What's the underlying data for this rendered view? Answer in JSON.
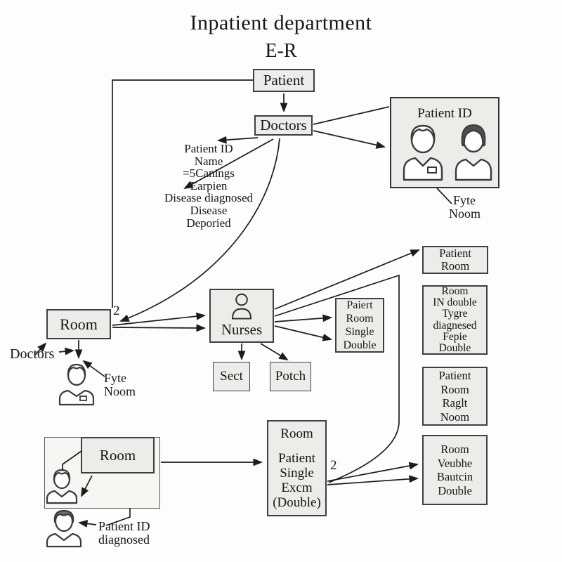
{
  "title": "Inpatient department",
  "subtitle": "E-R",
  "colors": {
    "background": "#fdfdfd",
    "box_fill": "#ececea",
    "box_border": "#3f3f3f",
    "line": "#1c1c1c",
    "dark_hair": "#4f4f4f"
  },
  "boxes": {
    "patient": "Patient",
    "doctors": "Doctors",
    "room_left": "Room",
    "nurses": "Nurses",
    "sect": "Sect",
    "potch": "Potch",
    "room_bottom": "Room",
    "panel_title": "Patient ID",
    "paiert_lines": [
      "Paiert",
      "Room",
      "Single",
      "Double"
    ],
    "patient_room_lines": [
      "Patient",
      "Room"
    ],
    "room_in_double_lines": [
      "Room",
      "IN double",
      "Tygre",
      "diagnesed",
      "Fepie",
      "Double"
    ],
    "patient_room_raglt_lines": [
      "Patient",
      "Room",
      "Raglt",
      "Noom"
    ],
    "room_veubhe_lines": [
      "Room",
      "Veubhe",
      "Bautcin",
      "Double"
    ],
    "room_single_lines": [
      "Room",
      "Patient",
      "Single",
      "Excm",
      "(Double)"
    ]
  },
  "attributes": [
    "Patient ID",
    "Name",
    "=5Canings",
    "Earpien",
    "Disease diagnosed",
    "Disease",
    "Deporied"
  ],
  "labels": {
    "doctors_pointer": "Doctors",
    "fyte_left": [
      "Fyte",
      "Noom"
    ],
    "fyte_right": [
      "Fyte",
      "Noom"
    ],
    "patient_id_diagnosed": [
      "Patient ID",
      "diagnosed"
    ],
    "cardinality_room": "2",
    "cardinality_bottom": "2"
  },
  "icons": [
    "doctor-male-icon",
    "staff-female-icon",
    "nurse-icon",
    "doctor-person-icon",
    "patient-light-hair-icon",
    "patient-dark-hair-icon"
  ]
}
